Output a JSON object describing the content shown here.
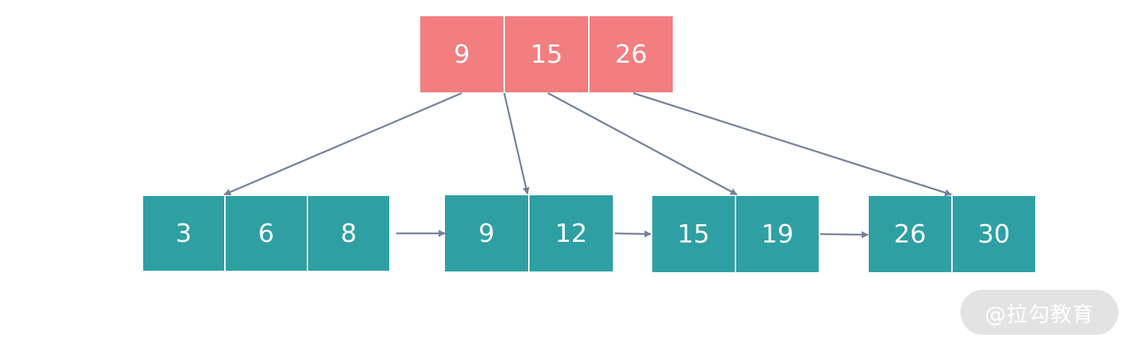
{
  "diagram": {
    "root": {
      "keys": [
        "9",
        "15",
        "26"
      ]
    },
    "leaves": [
      {
        "keys": [
          "3",
          "6",
          "8"
        ]
      },
      {
        "keys": [
          "9",
          "12"
        ]
      },
      {
        "keys": [
          "15",
          "19"
        ]
      },
      {
        "keys": [
          "26",
          "30"
        ]
      }
    ],
    "colors": {
      "root_fill": "#f27e80",
      "leaf_fill": "#2ea0a3",
      "key_text": "#ffffff",
      "arrow": "#76819a"
    }
  },
  "watermark": {
    "text": "@拉勾教育"
  }
}
